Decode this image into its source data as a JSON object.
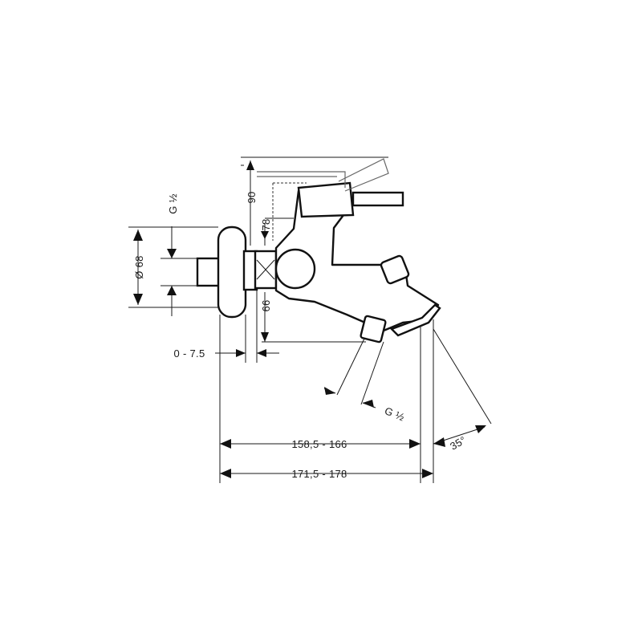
{
  "dimensions": {
    "top_height": "90",
    "handle_height": "78",
    "outlet_height": "66",
    "rosette_diameter": "Ø 68",
    "wall_thread": "G ½",
    "outlet_thread": "G ½",
    "offset_range": "0 - 7.5",
    "projection_short": "158,5 - 166",
    "projection_long": "171,5 - 178",
    "spout_angle": "35°"
  }
}
